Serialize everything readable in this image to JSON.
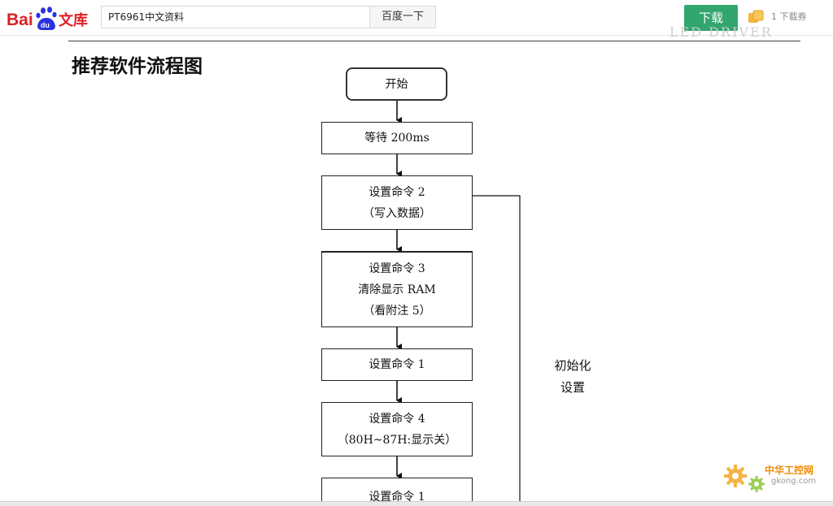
{
  "header": {
    "logo_text": "Bai du 文库",
    "search_value": "PT6961中文资料",
    "search_button": "百度一下",
    "download_button": "下载",
    "coupon_text": "1 下载券",
    "ghost_text": "LED DRIVER"
  },
  "document": {
    "title": "推荐软件流程图",
    "side_label_line1": "初始化",
    "side_label_line2": "设置",
    "nodes": [
      {
        "lines": [
          "开始"
        ]
      },
      {
        "lines": [
          "等待 200ms"
        ]
      },
      {
        "lines": [
          "设置命令 2",
          "（写入数据）"
        ]
      },
      {
        "lines": [
          "设置命令 3",
          "清除显示 RAM",
          "（看附注 5）"
        ]
      },
      {
        "lines": [
          "设置命令 1"
        ]
      },
      {
        "lines": [
          "设置命令 4",
          "（80H~87H:显示关）"
        ]
      },
      {
        "lines": [
          "设置命令 1"
        ]
      }
    ]
  },
  "watermark": {
    "cn": "中华工控网",
    "en": "gkong.com"
  },
  "colors": {
    "download_green": "#33a56e",
    "baidu_red": "#de1f26",
    "baidu_blue": "#2932e1"
  }
}
